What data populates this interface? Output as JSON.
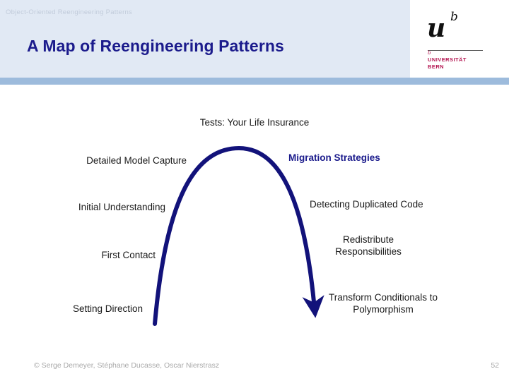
{
  "header": {
    "kicker": "Object-Oriented Reengineering Patterns",
    "title": "A Map of Reengineering Patterns",
    "band_color": "#e1e9f4",
    "stripe_color": "#9dbbdc",
    "title_color": "#1b1b8c"
  },
  "logo": {
    "mark_main": "u",
    "mark_super": "b",
    "tick": "b",
    "name_line1": "UNIVERSITÄT",
    "name_line2": "BERN",
    "name_color": "#b3134f"
  },
  "diagram": {
    "curve_color": "#12127a",
    "top_label": "Tests: Your Life Insurance",
    "left_labels": [
      "Detailed Model Capture",
      "Initial Understanding",
      "First Contact",
      "Setting Direction"
    ],
    "right_labels": [
      "Migration Strategies",
      "Detecting Duplicated Code",
      "Redistribute\nResponsibilities",
      "Transform Conditionals to\nPolymorphism"
    ]
  },
  "footer": {
    "credit": "© Serge Demeyer, Stéphane Ducasse, Oscar Nierstrasz",
    "page_number": "52"
  }
}
